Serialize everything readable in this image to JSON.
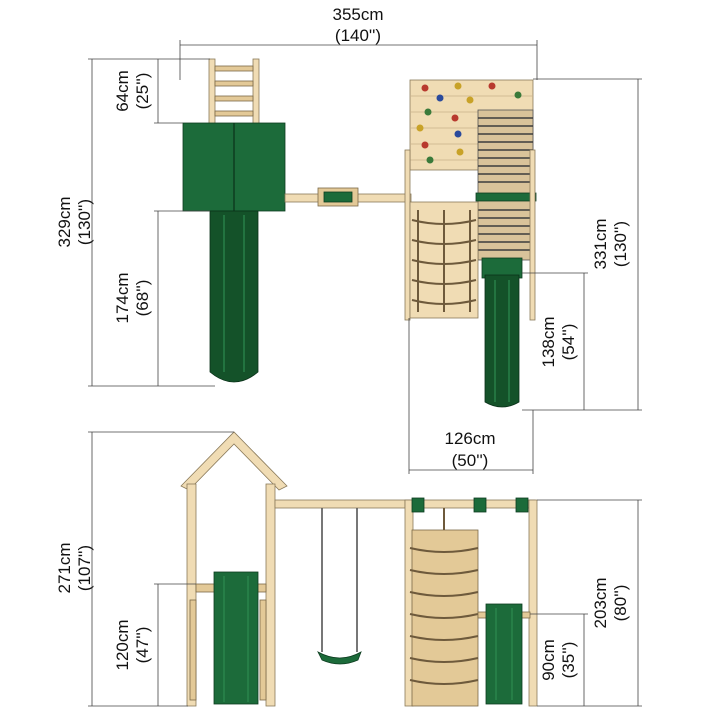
{
  "dimensions": {
    "overall_width": {
      "metric": "355cm",
      "imperial": "(140'')"
    },
    "top_ladder": {
      "metric": "64cm",
      "imperial": "(25'')"
    },
    "top_total_left": {
      "metric": "329cm",
      "imperial": "(130'')"
    },
    "top_slide_left": {
      "metric": "174cm",
      "imperial": "(68'')"
    },
    "top_total_right": {
      "metric": "331cm",
      "imperial": "(130'')"
    },
    "top_slide_right": {
      "metric": "138cm",
      "imperial": "(54'')"
    },
    "right_width": {
      "metric": "126cm",
      "imperial": "(50'')"
    },
    "front_total_height": {
      "metric": "271cm",
      "imperial": "(107'')"
    },
    "front_platform_left": {
      "metric": "120cm",
      "imperial": "(47'')"
    },
    "front_beam_height": {
      "metric": "203cm",
      "imperial": "(80'')"
    },
    "front_platform_right": {
      "metric": "90cm",
      "imperial": "(35'')"
    }
  },
  "colors": {
    "wood": "#f0dcb4",
    "green": "#1c6b3a",
    "dimension_lines": "#444444"
  }
}
